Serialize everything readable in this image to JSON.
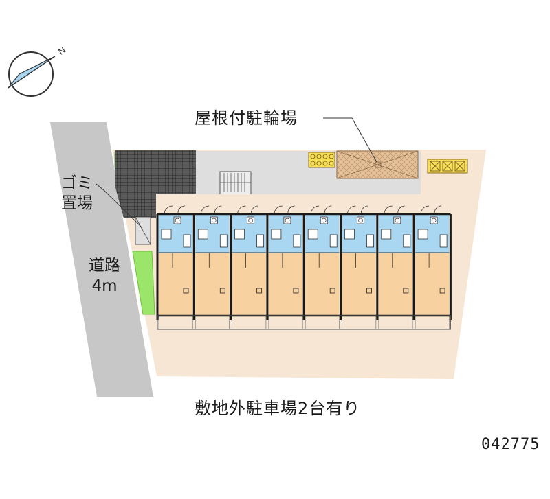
{
  "labels": {
    "roof_bicycle_parking": "屋根付駐輪場",
    "garbage_line1": "ゴミ",
    "garbage_line2": "置場",
    "road_line1": "道路",
    "road_line2": "4m",
    "offsite_parking": "敷地外駐車場2台有り",
    "property_code": "042775"
  },
  "compass": {
    "north_label": "N"
  },
  "units": {
    "count": 8
  },
  "colors": {
    "site": "#f6e6d3",
    "road": "#c7c7c7",
    "paving": "#dedede",
    "green": "#9be66a",
    "wet_area": "#a9d7f2",
    "room": "#f7d1a0",
    "bike_roof": "#e6c29a",
    "bike_mark": "#f5df55",
    "wall": "#1a1a1a"
  }
}
